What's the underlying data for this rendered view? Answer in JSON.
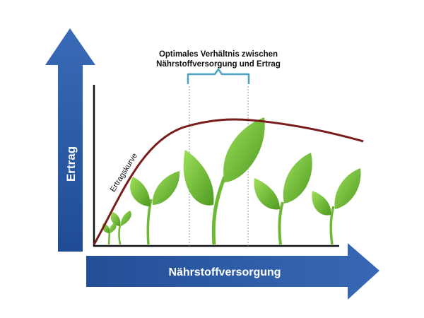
{
  "header": {
    "line1": "Optimales Verhältnis zwischen",
    "line2": "Nährstoffversorgung und Ertrag"
  },
  "axes": {
    "y_label": "Ertrag",
    "x_label": "Nährstoffversorgung"
  },
  "curve": {
    "label": "Ertragskurve"
  },
  "colors": {
    "arrow_blue": "#2f5fa8",
    "curve": "#7a1c1c",
    "bracket": "#4aa3c4",
    "leaf_light": "#8fd14a",
    "leaf_dark": "#5aa12a",
    "stem": "#6fb835"
  }
}
